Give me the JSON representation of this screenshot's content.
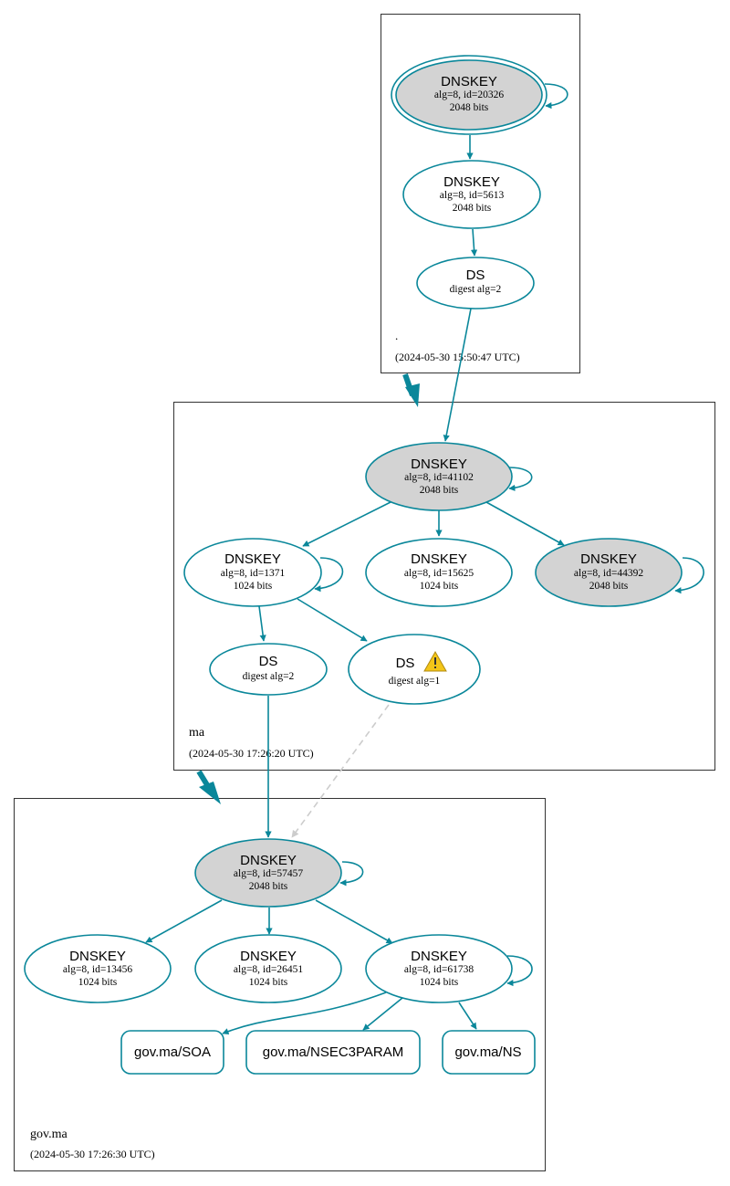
{
  "zones": [
    {
      "id": "root",
      "name": ".",
      "timestamp": "(2024-05-30 15:50:47 UTC)"
    },
    {
      "id": "ma",
      "name": "ma",
      "timestamp": "(2024-05-30 17:26:20 UTC)"
    },
    {
      "id": "govma",
      "name": "gov.ma",
      "timestamp": "(2024-05-30 17:26:30 UTC)"
    }
  ],
  "nodes": {
    "root_ksk": {
      "type": "DNSKEY",
      "detail": "alg=8, id=20326",
      "bits": "2048 bits"
    },
    "root_zsk": {
      "type": "DNSKEY",
      "detail": "alg=8, id=5613",
      "bits": "2048 bits"
    },
    "root_ds": {
      "type": "DS",
      "detail": "digest alg=2"
    },
    "ma_ksk": {
      "type": "DNSKEY",
      "detail": "alg=8, id=41102",
      "bits": "2048 bits"
    },
    "ma_k1371": {
      "type": "DNSKEY",
      "detail": "alg=8, id=1371",
      "bits": "1024 bits"
    },
    "ma_k15625": {
      "type": "DNSKEY",
      "detail": "alg=8, id=15625",
      "bits": "1024 bits"
    },
    "ma_k44392": {
      "type": "DNSKEY",
      "detail": "alg=8, id=44392",
      "bits": "2048 bits"
    },
    "ma_ds2": {
      "type": "DS",
      "detail": "digest alg=2"
    },
    "ma_ds1": {
      "type": "DS",
      "detail": "digest alg=1"
    },
    "gov_ksk": {
      "type": "DNSKEY",
      "detail": "alg=8, id=57457",
      "bits": "2048 bits"
    },
    "gov_k13456": {
      "type": "DNSKEY",
      "detail": "alg=8, id=13456",
      "bits": "1024 bits"
    },
    "gov_k26451": {
      "type": "DNSKEY",
      "detail": "alg=8, id=26451",
      "bits": "1024 bits"
    },
    "gov_k61738": {
      "type": "DNSKEY",
      "detail": "alg=8, id=61738",
      "bits": "1024 bits"
    },
    "gov_soa": {
      "label": "gov.ma/SOA"
    },
    "gov_nsec3param": {
      "label": "gov.ma/NSEC3PARAM"
    },
    "gov_ns": {
      "label": "gov.ma/NS"
    }
  },
  "icons": {
    "ds_warning": "warning-icon"
  },
  "colors": {
    "edge": "#0a879a",
    "ksk_fill": "#d3d3d3",
    "node_fill": "#ffffff",
    "zone_border": "#333333",
    "insecure_edge": "#cccccc",
    "warning": "#f3c518"
  }
}
